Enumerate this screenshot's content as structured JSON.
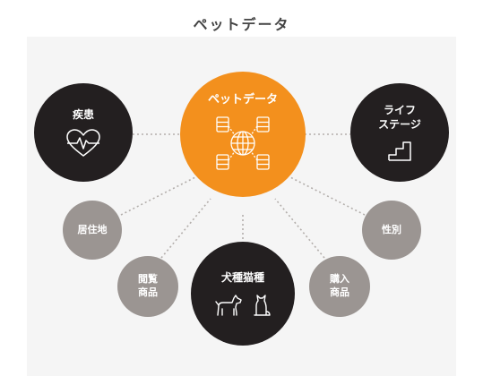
{
  "page": {
    "title": "ペットデータ"
  },
  "center": {
    "label": "ペットデータ"
  },
  "nodes": {
    "disease": "疾患",
    "life_stage": "ライフ\nステージ",
    "residence": "居住地",
    "gender": "性別",
    "browsed_products": "閲覧\n商品",
    "purchased_products": "購入\n商品",
    "breed": "犬種猫種"
  },
  "colors": {
    "center": "#f3901d",
    "dark": "#231f20",
    "gray": "#9b9592",
    "background": "#f5f5f5"
  }
}
